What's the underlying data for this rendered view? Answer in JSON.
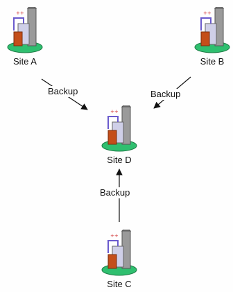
{
  "diagram": {
    "sites": {
      "a": {
        "label": "Site A",
        "icon": "building-site-icon"
      },
      "b": {
        "label": "Site B",
        "icon": "building-site-icon"
      },
      "c": {
        "label": "Site C",
        "icon": "building-site-icon"
      },
      "d": {
        "label": "Site D",
        "icon": "building-site-icon"
      }
    },
    "edges": [
      {
        "from": "Site A",
        "to": "Site D",
        "label": "Backup"
      },
      {
        "from": "Site B",
        "to": "Site D",
        "label": "Backup"
      },
      {
        "from": "Site C",
        "to": "Site D",
        "label": "Backup"
      }
    ],
    "colors": {
      "tower": "#8e8e8e",
      "base": "#2fbf6f",
      "brick": "#c44e1a",
      "accent": "#6a5acd"
    }
  }
}
